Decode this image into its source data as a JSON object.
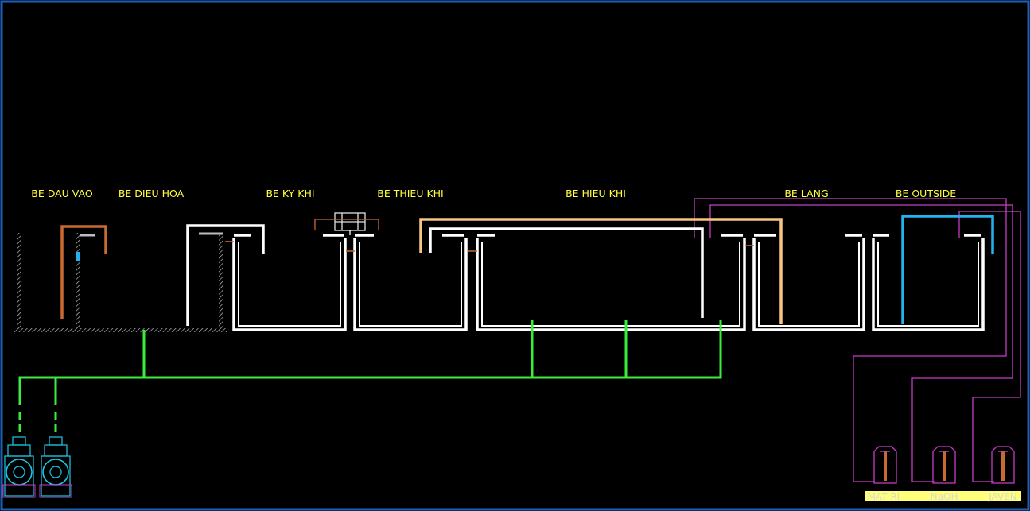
{
  "tanks": [
    {
      "id": "dau_vao",
      "label": "BE DAU VAO"
    },
    {
      "id": "dieu_hoa",
      "label": "BE DIEU HOA"
    },
    {
      "id": "ky_khi",
      "label": "BE KY KHI"
    },
    {
      "id": "thieu_khi",
      "label": "BE THIEU KHI"
    },
    {
      "id": "hieu_khi",
      "label": "BE HIEU KHI"
    },
    {
      "id": "lang",
      "label": "BE LANG"
    },
    {
      "id": "outside",
      "label": "BE OUTSIDE"
    }
  ],
  "chemicals": [
    {
      "id": "mat_ri",
      "label": "MAT RI"
    },
    {
      "id": "naoh",
      "label": "NaOH"
    },
    {
      "id": "javen",
      "label": "JAVEN"
    }
  ],
  "colors": {
    "background": "#000000",
    "frame": "#1e5fb8",
    "label": "#ffff3c",
    "chemical_label_bg": "#ffff7a",
    "chemical_label_text": "#d8d8d8",
    "tank_wall": "#ffffff",
    "air_line": "#3cec3c",
    "return_line": "#f7c680",
    "brown_pipe": "#c86a32",
    "blue_pipe": "#22b4f0",
    "magenta_line": "#c63cc6",
    "blower": "#1ec8e6"
  }
}
